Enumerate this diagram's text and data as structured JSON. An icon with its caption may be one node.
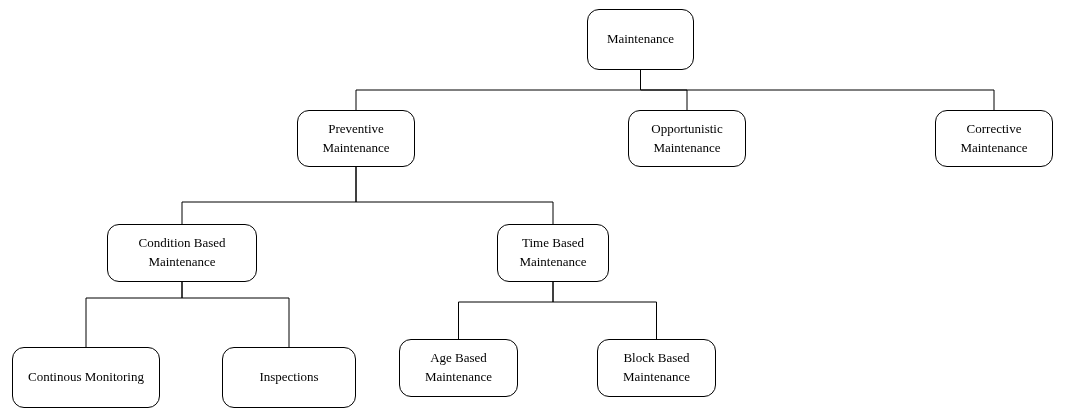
{
  "diagram": {
    "nodes": [
      {
        "text": [
          "Maintenance"
        ]
      },
      {
        "text": [
          "Preventive Maintenance"
        ]
      },
      {
        "text": [
          "Opportunistic Maintenance"
        ]
      },
      {
        "text": [
          "Corrective Maintenance"
        ]
      },
      {
        "text": [
          "Condition Based Maintenance"
        ]
      },
      {
        "text": [
          "Time Based Maintenance"
        ]
      },
      {
        "text": [
          "Continous Monitoring"
        ]
      },
      {
        "text": [
          "Inspections"
        ]
      },
      {
        "text": [
          "Age Based Maintenance"
        ]
      },
      {
        "text": [
          "Block Based Maintenance"
        ]
      }
    ],
    "edges": [
      {
        "from": 0,
        "to": 1,
        "arrow": "none"
      },
      {
        "from": 0,
        "to": 2,
        "arrow": "none"
      },
      {
        "from": 0,
        "to": 3,
        "arrow": "none"
      },
      {
        "from": 1,
        "to": 4,
        "arrow": "none"
      },
      {
        "from": 1,
        "to": 5,
        "arrow": "none"
      },
      {
        "from": 4,
        "to": 6,
        "arrow": "none"
      },
      {
        "from": 4,
        "to": 7,
        "arrow": "none"
      },
      {
        "from": 5,
        "to": 8,
        "arrow": "none"
      },
      {
        "from": 5,
        "to": 9,
        "arrow": "none"
      }
    ]
  }
}
